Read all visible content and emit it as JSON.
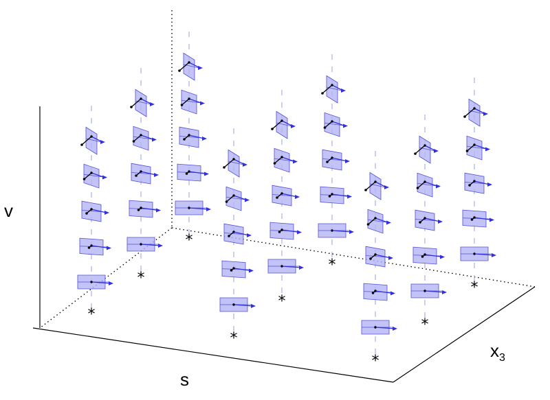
{
  "axes": {
    "v_label": "v",
    "s_label": "s",
    "x3_label": "x",
    "x3_subscript": "3"
  },
  "colors": {
    "plane_fill": "#b4b4f5",
    "plane_stroke": "#5050d8",
    "arrow": "#3030e0",
    "dashed_vertical": "#9aa0e0",
    "axis": "#000000"
  },
  "marker_glyph": "*",
  "marker_count": 9
}
